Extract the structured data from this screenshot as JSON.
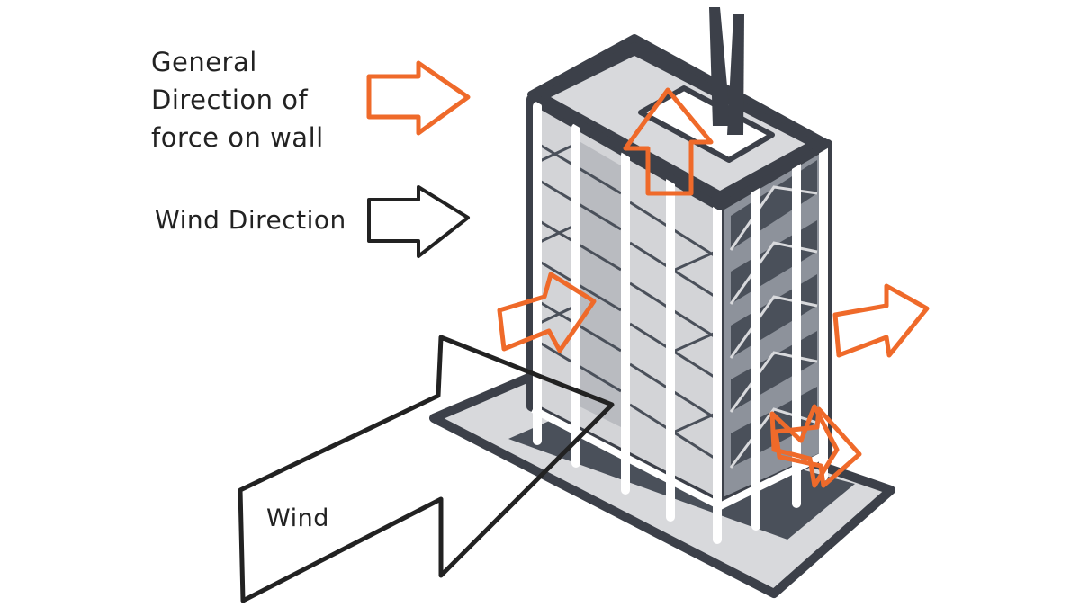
{
  "legend": {
    "force_label": "General\nDirection of\nforce on wall",
    "wind_direction_label": "Wind Direction"
  },
  "wind_label": "Wind",
  "colors": {
    "force_arrow": "#ef6a2a",
    "wind_arrow": "#222222",
    "building_dark": "#4a505a",
    "building_mid": "#8d929b",
    "building_light": "#d8d9dc",
    "building_outline": "#3c4049"
  }
}
